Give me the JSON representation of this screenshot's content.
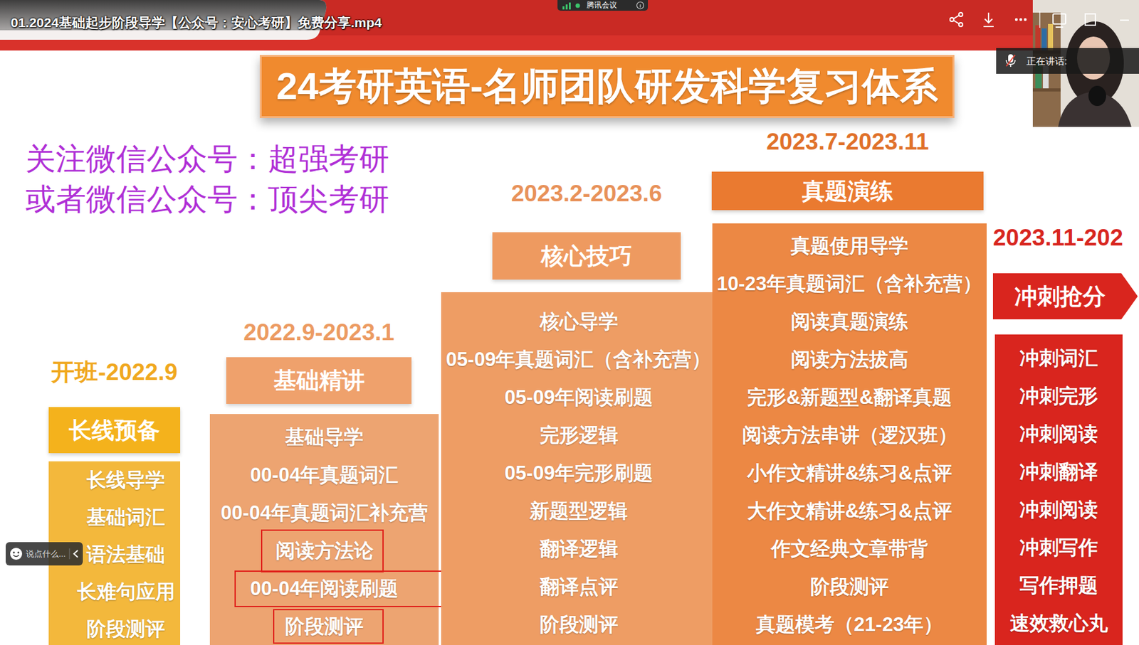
{
  "diagram": {
    "title": "24考研英语-名师团队研发科学复习体系",
    "nodes": [
      {
        "text": [
          "开班-2022.9",
          "长线预备"
        ]
      },
      {
        "text": [
          "长线导学",
          "基础词汇",
          "语法基础",
          "长难句应用",
          "阶段测评"
        ]
      },
      {
        "text": [
          "2022.9-2023.1",
          "基础精讲"
        ]
      },
      {
        "text": [
          "基础导学",
          "00-04年真题词汇",
          "00-04年真题词汇补充营",
          "阅读方法论",
          "00-04年阅读刷题",
          "阶段测评"
        ]
      },
      {
        "text": [
          "2023.2-2023.6",
          "核心技巧"
        ]
      },
      {
        "text": [
          "核心导学",
          "05-09年真题词汇（含补充营）",
          "05-09年阅读刷题",
          "完形逻辑",
          "05-09年完形刷题",
          "新题型逻辑",
          "翻译逻辑",
          "翻译点评",
          "阶段测评"
        ]
      },
      {
        "text": [
          "2023.7-2023.11",
          "真题演练"
        ]
      },
      {
        "text": [
          "真题使用导学",
          "10-23年真题词汇（含补充营）",
          "阅读真题演练",
          "阅读方法拔高",
          "完形&新题型&翻译真题",
          "阅读方法串讲（逻汉班）",
          "小作文精讲&练习&点评",
          "大作文精讲&练习&点评",
          "作文经典文章带背",
          "阶段测评",
          "真题模考（21-23年）"
        ]
      },
      {
        "text": [
          "2023.11-202",
          "冲刺抢分"
        ]
      },
      {
        "text": [
          "冲刺词汇",
          "冲刺完形",
          "冲刺阅读",
          "冲刺翻译",
          "冲刺阅读",
          "冲刺写作",
          "写作押题",
          "速效救心丸"
        ]
      }
    ],
    "labels": [
      "01.2024基础起步阶段导学【公众号：安心考研】免费分享.mp4",
      "腾讯会议",
      "正在讲话:",
      "说点什么...",
      "关注微信公众号：超强考研",
      "或者微信公众号：顶尖考研"
    ]
  }
}
